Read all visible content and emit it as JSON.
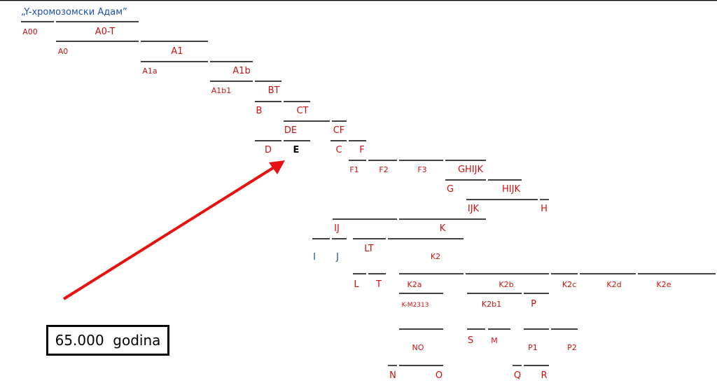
{
  "title": "„Y-хромозомски Адам”",
  "box_label": "65.000  godina",
  "colors": {
    "haplogroup": "#cc1111",
    "highlight": "#000000",
    "alt": "#1a4fa8",
    "arrow": "#e81010",
    "line": "#000000"
  },
  "nodes": [
    {
      "id": "A00",
      "label": "A00",
      "color": "haplogroup"
    },
    {
      "id": "A0-T",
      "label": "A0-T",
      "color": "haplogroup"
    },
    {
      "id": "A0",
      "label": "A0",
      "color": "haplogroup"
    },
    {
      "id": "A1",
      "label": "A1",
      "color": "haplogroup"
    },
    {
      "id": "A1a",
      "label": "A1a",
      "color": "haplogroup"
    },
    {
      "id": "A1b",
      "label": "A1b",
      "color": "haplogroup"
    },
    {
      "id": "A1b1",
      "label": "A1b1",
      "color": "haplogroup"
    },
    {
      "id": "BT",
      "label": "BT",
      "color": "haplogroup"
    },
    {
      "id": "B",
      "label": "B",
      "color": "haplogroup"
    },
    {
      "id": "CT",
      "label": "CT",
      "color": "haplogroup"
    },
    {
      "id": "DE",
      "label": "DE",
      "color": "haplogroup"
    },
    {
      "id": "CF",
      "label": "CF",
      "color": "haplogroup"
    },
    {
      "id": "D",
      "label": "D",
      "color": "haplogroup"
    },
    {
      "id": "E",
      "label": "E",
      "color": "highlight"
    },
    {
      "id": "C",
      "label": "C",
      "color": "haplogroup"
    },
    {
      "id": "F",
      "label": "F",
      "color": "haplogroup"
    },
    {
      "id": "F1",
      "label": "F1",
      "color": "haplogroup"
    },
    {
      "id": "F2",
      "label": "F2",
      "color": "haplogroup"
    },
    {
      "id": "F3",
      "label": "F3",
      "color": "haplogroup"
    },
    {
      "id": "GHIJK",
      "label": "GHIJK",
      "color": "haplogroup"
    },
    {
      "id": "G",
      "label": "G",
      "color": "haplogroup"
    },
    {
      "id": "HIJK",
      "label": "HIJK",
      "color": "haplogroup"
    },
    {
      "id": "IJK",
      "label": "IJK",
      "color": "haplogroup"
    },
    {
      "id": "H",
      "label": "H",
      "color": "haplogroup"
    },
    {
      "id": "IJ",
      "label": "IJ",
      "color": "haplogroup"
    },
    {
      "id": "K",
      "label": "K",
      "color": "haplogroup"
    },
    {
      "id": "I",
      "label": "I",
      "color": "alt"
    },
    {
      "id": "J",
      "label": "J",
      "color": "alt"
    },
    {
      "id": "LT",
      "label": "LT",
      "color": "haplogroup"
    },
    {
      "id": "K2",
      "label": "K2",
      "color": "haplogroup"
    },
    {
      "id": "L",
      "label": "L",
      "color": "haplogroup"
    },
    {
      "id": "T",
      "label": "T",
      "color": "haplogroup"
    },
    {
      "id": "K2a",
      "label": "K2a",
      "color": "haplogroup"
    },
    {
      "id": "K2b",
      "label": "K2b",
      "color": "haplogroup"
    },
    {
      "id": "K2c",
      "label": "K2c",
      "color": "haplogroup"
    },
    {
      "id": "K2d",
      "label": "K2d",
      "color": "haplogroup"
    },
    {
      "id": "K2e",
      "label": "K2e",
      "color": "haplogroup"
    },
    {
      "id": "K-M2313",
      "label": "K-M2313",
      "color": "haplogroup"
    },
    {
      "id": "K2b1",
      "label": "K2b1",
      "color": "haplogroup"
    },
    {
      "id": "P",
      "label": "P",
      "color": "haplogroup"
    },
    {
      "id": "NO",
      "label": "NO",
      "color": "haplogroup"
    },
    {
      "id": "S",
      "label": "S",
      "color": "haplogroup"
    },
    {
      "id": "M",
      "label": "M",
      "color": "haplogroup"
    },
    {
      "id": "P1",
      "label": "P1",
      "color": "haplogroup"
    },
    {
      "id": "P2",
      "label": "P2",
      "color": "haplogroup"
    },
    {
      "id": "N",
      "label": "N",
      "color": "haplogroup"
    },
    {
      "id": "O",
      "label": "O",
      "color": "haplogroup"
    },
    {
      "id": "Q",
      "label": "Q",
      "color": "haplogroup"
    },
    {
      "id": "R",
      "label": "R",
      "color": "haplogroup"
    }
  ]
}
